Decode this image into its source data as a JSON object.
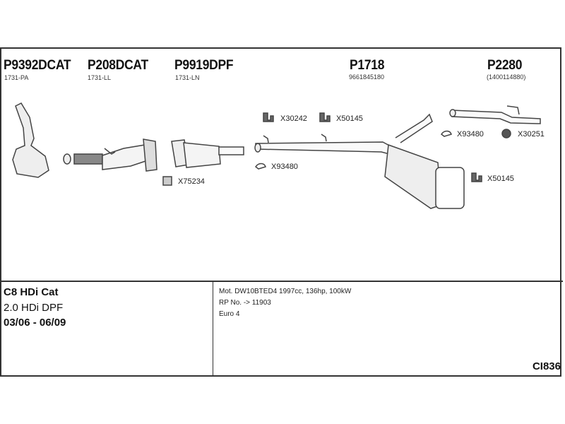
{
  "parts": [
    {
      "number": "P9392DCAT",
      "ref": "1731-PA"
    },
    {
      "number": "P208DCAT",
      "ref": "1731-LL"
    },
    {
      "number": "P9919DPF",
      "ref": "1731-LN"
    },
    {
      "number": "P1718",
      "ref": "9661845180"
    },
    {
      "number": "P2280",
      "ref": "(1400114880)"
    }
  ],
  "accessories": {
    "a1": "X75234",
    "a2": "X30242",
    "a3": "X50145",
    "a4": "X93480",
    "a5": "X93480",
    "a6": "X30251",
    "a7": "X50145"
  },
  "vehicle": {
    "model": "C8 HDi Cat",
    "engine": "2.0 HDi DPF",
    "period": "03/06 - 06/09"
  },
  "specs": [
    "Mot. DW10BTED4 1997cc, 136hp, 100kW",
    "RP No. -> 11903",
    "Euro 4"
  ],
  "diagram_code": "CI836"
}
